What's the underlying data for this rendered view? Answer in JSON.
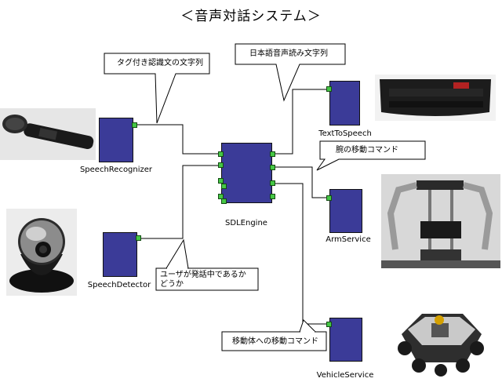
{
  "title": "＜音声対話システム＞",
  "components": {
    "speech_recognizer": "SpeechRecognizer",
    "speech_detector": "SpeechDetector",
    "sdl_engine": "SDLEngine",
    "text_to_speech": "TextToSpeech",
    "arm_service": "ArmService",
    "vehicle_service": "VehicleService"
  },
  "callouts": {
    "tagged_text": "タグ付き認識文の文字列",
    "japanese_tts_text": "日本語音声読み文字列",
    "arm_command": "腕の移動コマンド",
    "user_speaking_line1": "ユーザが発話中であるか",
    "user_speaking_line2": "どうか",
    "vehicle_command": "移動体への移動コマンド"
  },
  "photos": {
    "microphone": "microphone",
    "camera": "camera",
    "speaker": "speaker",
    "arm_robot": "arm-robot",
    "vehicle_robot": "vehicle-robot"
  },
  "colors": {
    "component_fill": "#3b3b98",
    "port_fill": "#45c745",
    "wire": "#000000"
  }
}
